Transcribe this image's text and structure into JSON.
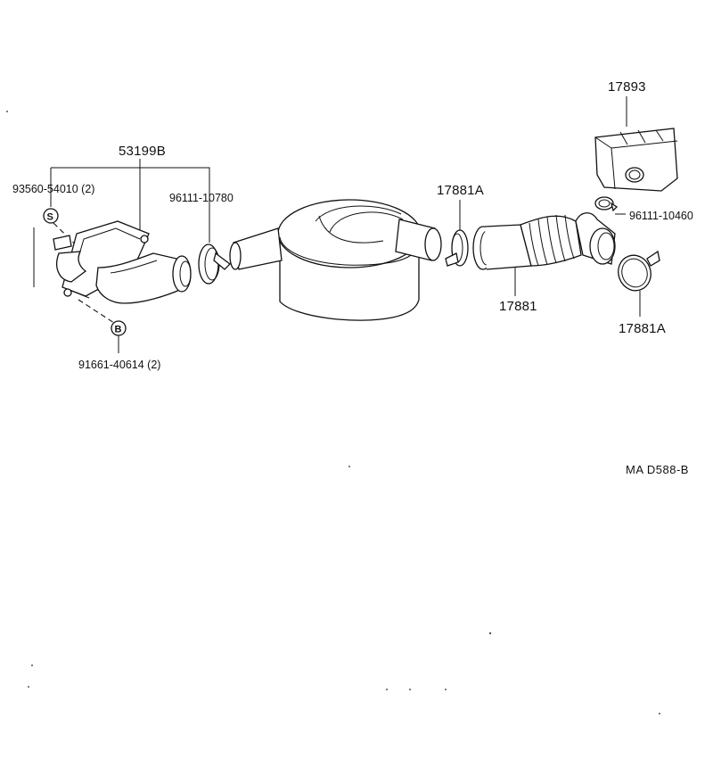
{
  "parts": {
    "intake_air_connector": "53199B",
    "screw": "93560-54010 (2)",
    "bolt": "91661-40614 (2)",
    "hose_clamp_left": "96111-10780",
    "clamp_center": "17881A",
    "intake_hose": "17881",
    "clamp_right": "17881A",
    "hose_clamp_right": "96111-10460",
    "resonator": "17893"
  },
  "symbols": {
    "screw_symbol": "S",
    "bolt_symbol": "B"
  },
  "diagram_code": "MA  D588-B"
}
